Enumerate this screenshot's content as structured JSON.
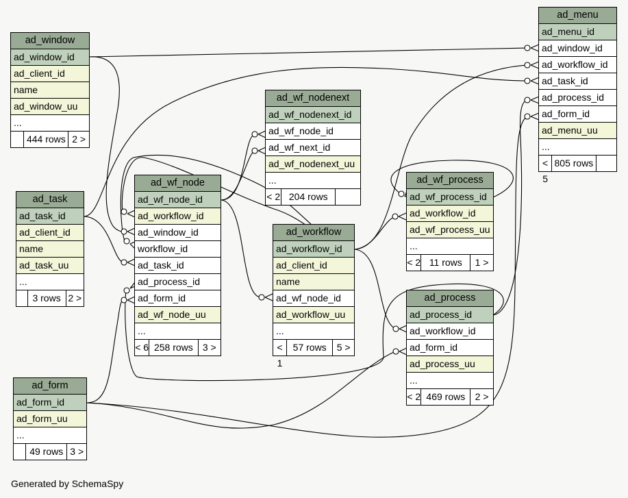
{
  "footer": "Generated by SchemaSpy",
  "tables": {
    "ad_window": {
      "name": "ad_window",
      "columns": [
        {
          "name": "ad_window_id",
          "kind": "pk"
        },
        {
          "name": "ad_client_id",
          "kind": "idx"
        },
        {
          "name": "name",
          "kind": "idx"
        },
        {
          "name": "ad_window_uu",
          "kind": "idx"
        },
        {
          "name": "...",
          "kind": "more"
        }
      ],
      "footer": [
        "",
        "444 rows",
        "2 >"
      ]
    },
    "ad_task": {
      "name": "ad_task",
      "columns": [
        {
          "name": "ad_task_id",
          "kind": "pk"
        },
        {
          "name": "ad_client_id",
          "kind": "idx"
        },
        {
          "name": "name",
          "kind": "idx"
        },
        {
          "name": "ad_task_uu",
          "kind": "idx"
        },
        {
          "name": "...",
          "kind": "more"
        }
      ],
      "footer": [
        "",
        "3 rows",
        "2 >"
      ]
    },
    "ad_form": {
      "name": "ad_form",
      "columns": [
        {
          "name": "ad_form_id",
          "kind": "pk"
        },
        {
          "name": "ad_form_uu",
          "kind": "idx"
        },
        {
          "name": "...",
          "kind": "more"
        }
      ],
      "footer": [
        "",
        "49 rows",
        "3 >"
      ]
    },
    "ad_wf_node": {
      "name": "ad_wf_node",
      "columns": [
        {
          "name": "ad_wf_node_id",
          "kind": "pk"
        },
        {
          "name": "ad_workflow_id",
          "kind": "idx"
        },
        {
          "name": "ad_window_id",
          "kind": "fk"
        },
        {
          "name": "workflow_id",
          "kind": "fk"
        },
        {
          "name": "ad_task_id",
          "kind": "fk"
        },
        {
          "name": "ad_process_id",
          "kind": "fk"
        },
        {
          "name": "ad_form_id",
          "kind": "fk"
        },
        {
          "name": "ad_wf_node_uu",
          "kind": "idx"
        },
        {
          "name": "...",
          "kind": "more"
        }
      ],
      "footer": [
        "< 6",
        "258 rows",
        "3 >"
      ]
    },
    "ad_wf_nodenext": {
      "name": "ad_wf_nodenext",
      "columns": [
        {
          "name": "ad_wf_nodenext_id",
          "kind": "pk"
        },
        {
          "name": "ad_wf_node_id",
          "kind": "fk"
        },
        {
          "name": "ad_wf_next_id",
          "kind": "fk"
        },
        {
          "name": "ad_wf_nodenext_uu",
          "kind": "idx"
        },
        {
          "name": "...",
          "kind": "more"
        }
      ],
      "footer": [
        "< 2",
        "204 rows",
        ""
      ]
    },
    "ad_workflow": {
      "name": "ad_workflow",
      "columns": [
        {
          "name": "ad_workflow_id",
          "kind": "pk"
        },
        {
          "name": "ad_client_id",
          "kind": "idx"
        },
        {
          "name": "name",
          "kind": "idx"
        },
        {
          "name": "ad_wf_node_id",
          "kind": "fk"
        },
        {
          "name": "ad_workflow_uu",
          "kind": "idx"
        },
        {
          "name": "...",
          "kind": "more"
        }
      ],
      "footer": [
        "< 1",
        "57 rows",
        "5 >"
      ]
    },
    "ad_wf_process": {
      "name": "ad_wf_process",
      "columns": [
        {
          "name": "ad_wf_process_id",
          "kind": "pk"
        },
        {
          "name": "ad_workflow_id",
          "kind": "idx"
        },
        {
          "name": "ad_wf_process_uu",
          "kind": "idx"
        },
        {
          "name": "...",
          "kind": "more"
        }
      ],
      "footer": [
        "< 2",
        "11 rows",
        "1 >"
      ]
    },
    "ad_process": {
      "name": "ad_process",
      "columns": [
        {
          "name": "ad_process_id",
          "kind": "pk"
        },
        {
          "name": "ad_workflow_id",
          "kind": "fk"
        },
        {
          "name": "ad_form_id",
          "kind": "fk"
        },
        {
          "name": "ad_process_uu",
          "kind": "idx"
        },
        {
          "name": "...",
          "kind": "more"
        }
      ],
      "footer": [
        "< 2",
        "469 rows",
        "2 >"
      ]
    },
    "ad_menu": {
      "name": "ad_menu",
      "columns": [
        {
          "name": "ad_menu_id",
          "kind": "pk"
        },
        {
          "name": "ad_window_id",
          "kind": "fk"
        },
        {
          "name": "ad_workflow_id",
          "kind": "fk"
        },
        {
          "name": "ad_task_id",
          "kind": "fk"
        },
        {
          "name": "ad_process_id",
          "kind": "fk"
        },
        {
          "name": "ad_form_id",
          "kind": "fk"
        },
        {
          "name": "ad_menu_uu",
          "kind": "idx"
        },
        {
          "name": "...",
          "kind": "more"
        }
      ],
      "footer": [
        "< 5",
        "805 rows",
        ""
      ]
    }
  }
}
